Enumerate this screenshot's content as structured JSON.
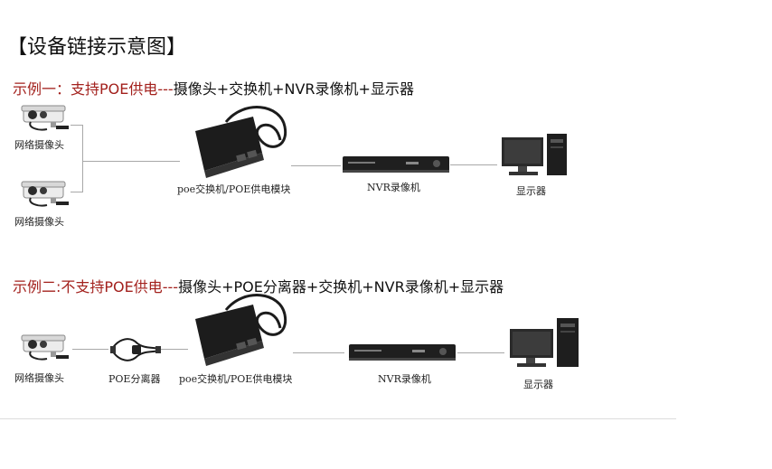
{
  "title": "【设备链接示意图】",
  "example1": {
    "prefix": "示例一：",
    "highlight": "支持POE供电---",
    "rest": "摄像头+交换机+NVR录像机+显示器",
    "labels": {
      "camera_top": "网络摄像头",
      "camera_bottom": "网络摄像头",
      "poe_module": "poe交换机/POE供电模块",
      "nvr": "NVR录像机",
      "monitor": "显示器"
    }
  },
  "example2": {
    "prefix": "示例二:",
    "highlight": "不支持POE供电---",
    "rest": "摄像头+POE分离器+交换机+NVR录像机+显示器",
    "labels": {
      "camera": "网络摄像头",
      "splitter": "POE分离器",
      "poe_module": "poe交换机/POE供电模块",
      "nvr": "NVR录像机",
      "monitor": "显示器"
    }
  },
  "colors": {
    "accent_red": "#a3211d",
    "line": "#a8a8a8",
    "device": "#1c1c1c"
  }
}
